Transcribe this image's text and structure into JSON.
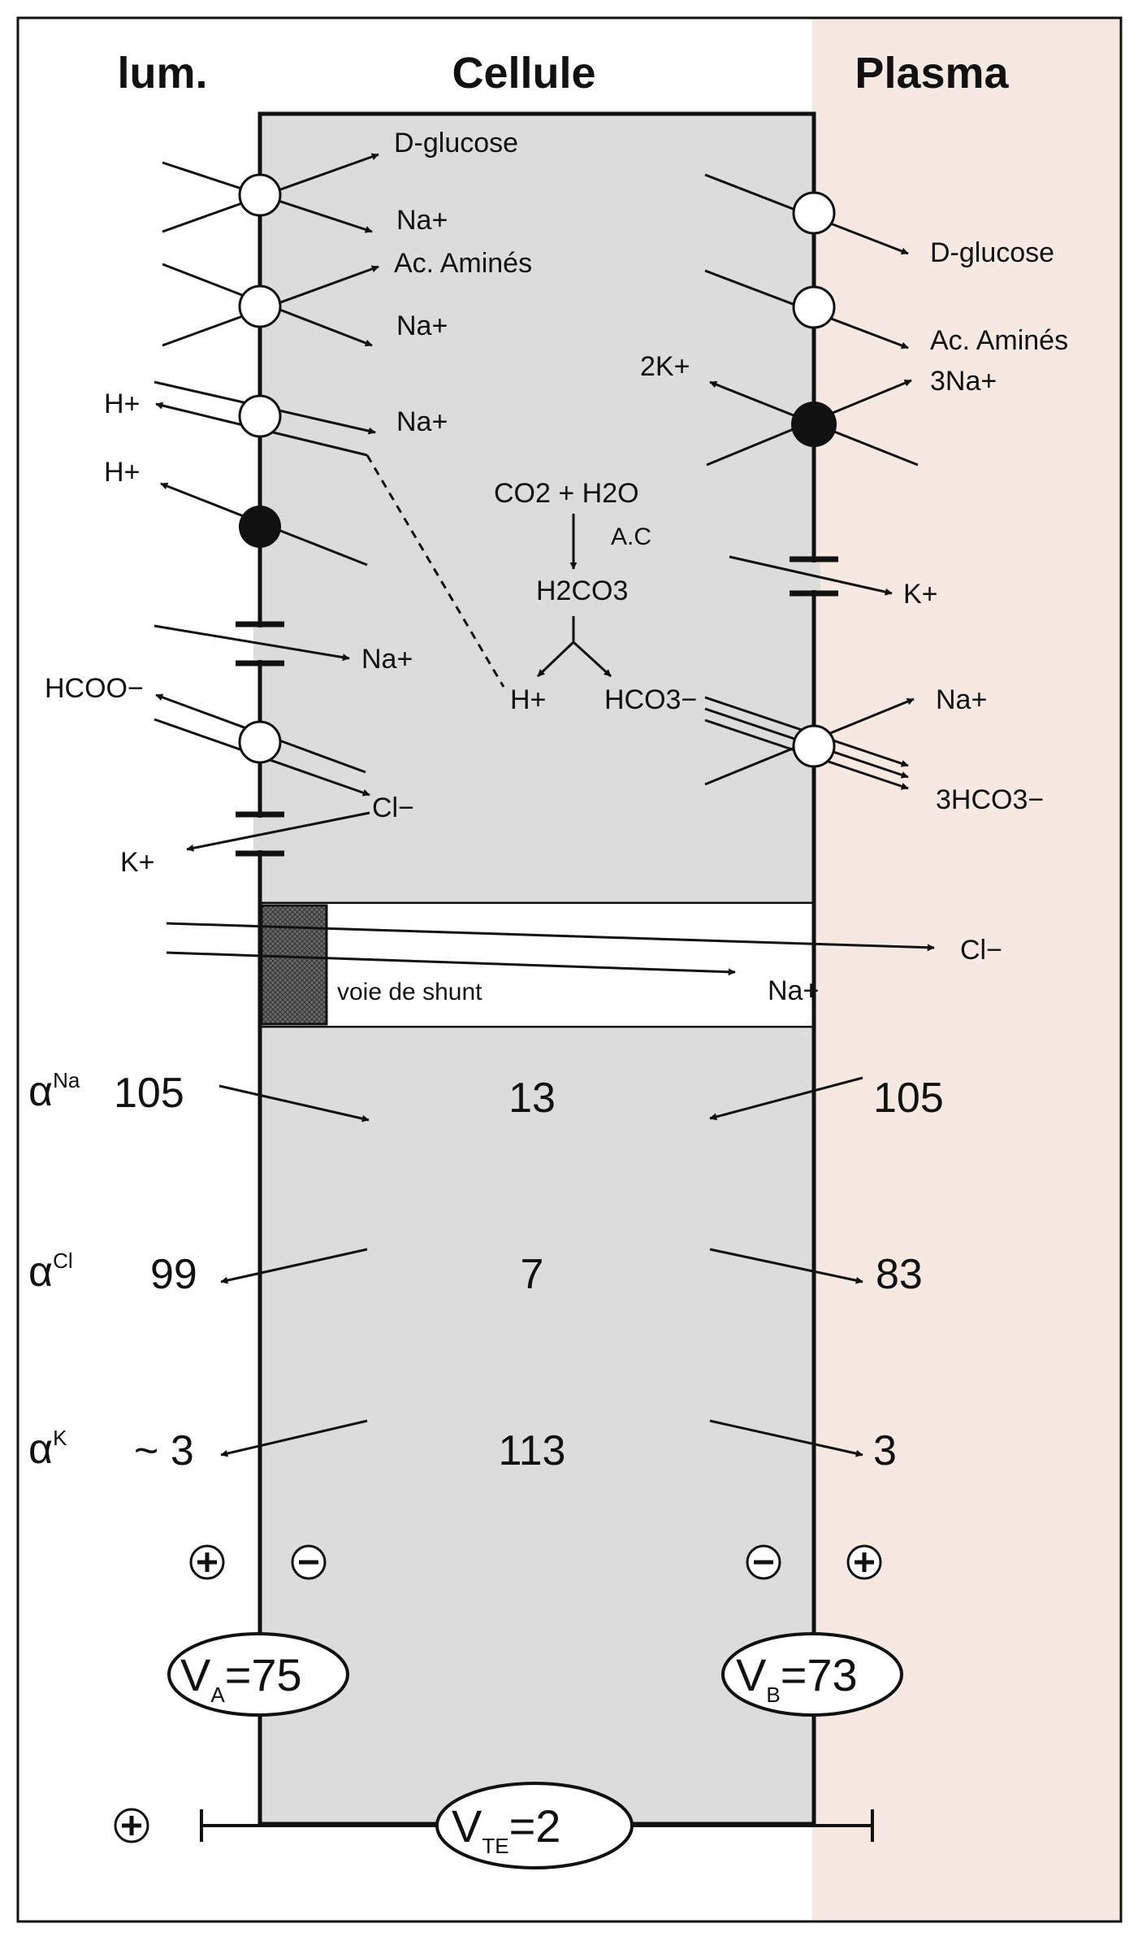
{
  "headers": {
    "lumen": "lum.",
    "cell": "Cellule",
    "plasma": "Plasma"
  },
  "apical": {
    "glucose": "D-glucose",
    "na1": "Na+",
    "amino": "Ac. Aminés",
    "na2": "Na+",
    "h_ex": "H+",
    "na_ex": "Na+",
    "h_pump": "H+",
    "na_chan": "Na+",
    "formate": "HCOO−",
    "cl": "Cl−",
    "k": "K+"
  },
  "cell_reaction": {
    "reactants": "CO2 + H2O",
    "enzyme": "A.C",
    "intermediate": "H2CO3",
    "products_h": "H+",
    "products_hco3": "HCO3−"
  },
  "basolateral": {
    "glucose": "D-glucose",
    "amino": "Ac. Aminés",
    "k_pump": "2K+",
    "na_pump": "3Na+",
    "k_chan": "K+",
    "na_cotr": "Na+",
    "hco3_cotr": "3HCO3−"
  },
  "shunt": {
    "label": "voie de shunt",
    "cl": "Cl−",
    "na": "Na+"
  },
  "activities": [
    {
      "ion": "Na",
      "lumen": "105",
      "cell": "13",
      "plasma": "105"
    },
    {
      "ion": "Cl",
      "lumen": "99",
      "cell": "7",
      "plasma": "83"
    },
    {
      "ion": "K",
      "lumen": "~ 3",
      "cell": "113",
      "plasma": "3"
    }
  ],
  "potentials": {
    "va": "=75",
    "va_sub": "A",
    "vb": "=73",
    "vb_sub": "B",
    "vte": "=2",
    "vte_sub": "TE"
  }
}
